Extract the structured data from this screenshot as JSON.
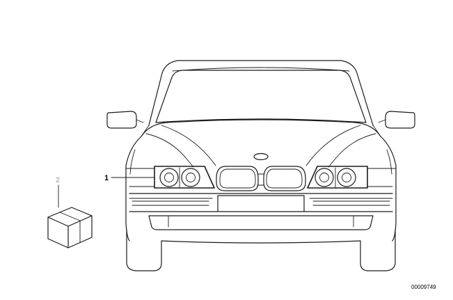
{
  "callouts": [
    {
      "label": "1",
      "part": "headlight-set"
    },
    {
      "label": "2",
      "part": "parts-box"
    }
  ],
  "reference_number": "00009749",
  "colors": {
    "line": "#1a1a1a",
    "callout_2": "#b9b9b9",
    "background": "#ffffff"
  }
}
